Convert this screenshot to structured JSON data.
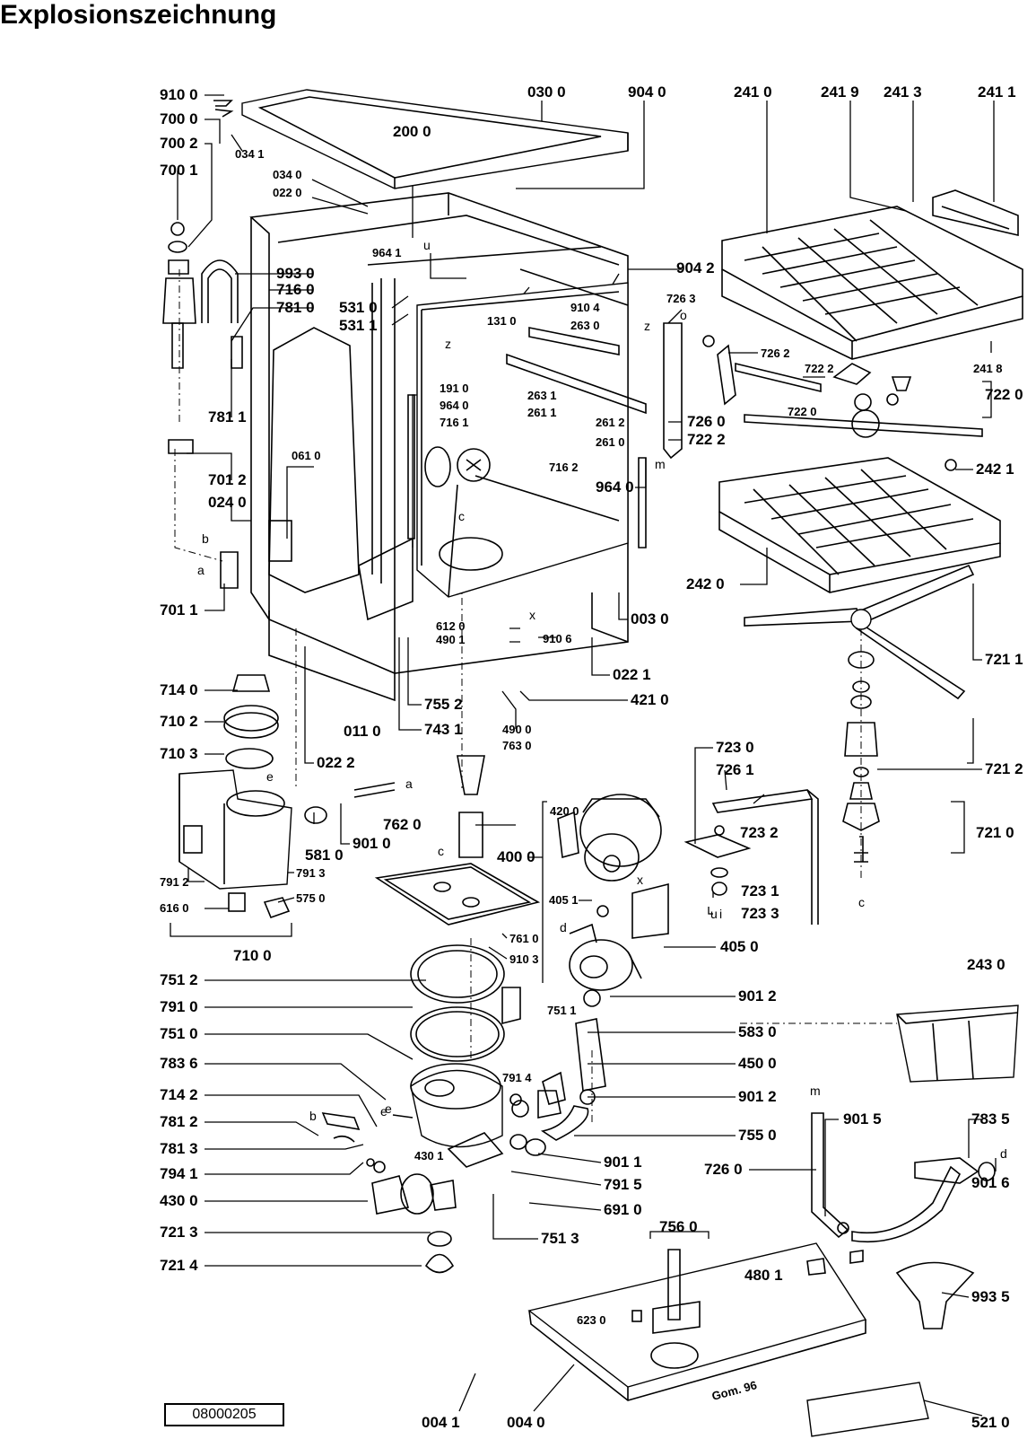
{
  "title": "Explosionszeichnung",
  "document_number": "08000205",
  "drawing_mark": "Gom. 96",
  "labels": [
    "910 0",
    "700 0",
    "700 2",
    "700 1",
    "034 1",
    "030 0",
    "904 0",
    "200 0",
    "034 0",
    "022 0",
    "241 0",
    "241 9",
    "241 3",
    "241 1",
    "964 1",
    "904 2",
    "993 0",
    "716 0",
    "781 0",
    "531 0",
    "531 1",
    "131 0",
    "910 4",
    "263 0",
    "726 3",
    "726 2",
    "241 8",
    "722 2",
    "722 0",
    "722 0",
    "191 0",
    "964 0",
    "716 1",
    "263 1",
    "261 1",
    "261 2",
    "261 0",
    "726 0",
    "722 2",
    "781 1",
    "061 0",
    "716 2",
    "701 2",
    "024 0",
    "964 0",
    "242 1",
    "242 0",
    "701 1",
    "612 0",
    "490 1",
    "910 6",
    "003 0",
    "022 1",
    "421 0",
    "714 0",
    "755 2",
    "743 1",
    "490 0",
    "763 0",
    "721 1",
    "710 2",
    "011 0",
    "710 3",
    "022 2",
    "723 0",
    "726 1",
    "721 2",
    "762 0",
    "420 0",
    "723 2",
    "721 0",
    "581 0",
    "901 0",
    "400 0",
    "791 3",
    "791 2",
    "616 0",
    "575 0",
    "405 1",
    "723 1",
    "723 3",
    "761 0",
    "710 0",
    "910 3",
    "405 0",
    "243 0",
    "751 2",
    "791 0",
    "751 1",
    "901 2",
    "751 0",
    "583 0",
    "783 6",
    "450 0",
    "791 4",
    "714 2",
    "901 2",
    "781 2",
    "901 5",
    "783 5",
    "755 0",
    "781 3",
    "901 1",
    "726 0",
    "794 1",
    "430 1",
    "791 5",
    "901 6",
    "430 0",
    "691 0",
    "721 3",
    "751 3",
    "756 0",
    "721 4",
    "480 1",
    "993 5",
    "623 0",
    "004 1",
    "004 0",
    "521 0"
  ],
  "letters": [
    "u",
    "z",
    "z",
    "o",
    "m",
    "c",
    "b",
    "a",
    "e",
    "x",
    "c",
    "a",
    "e",
    "d",
    "x",
    "u",
    "i",
    "c",
    "b",
    "e",
    "m",
    "d"
  ]
}
